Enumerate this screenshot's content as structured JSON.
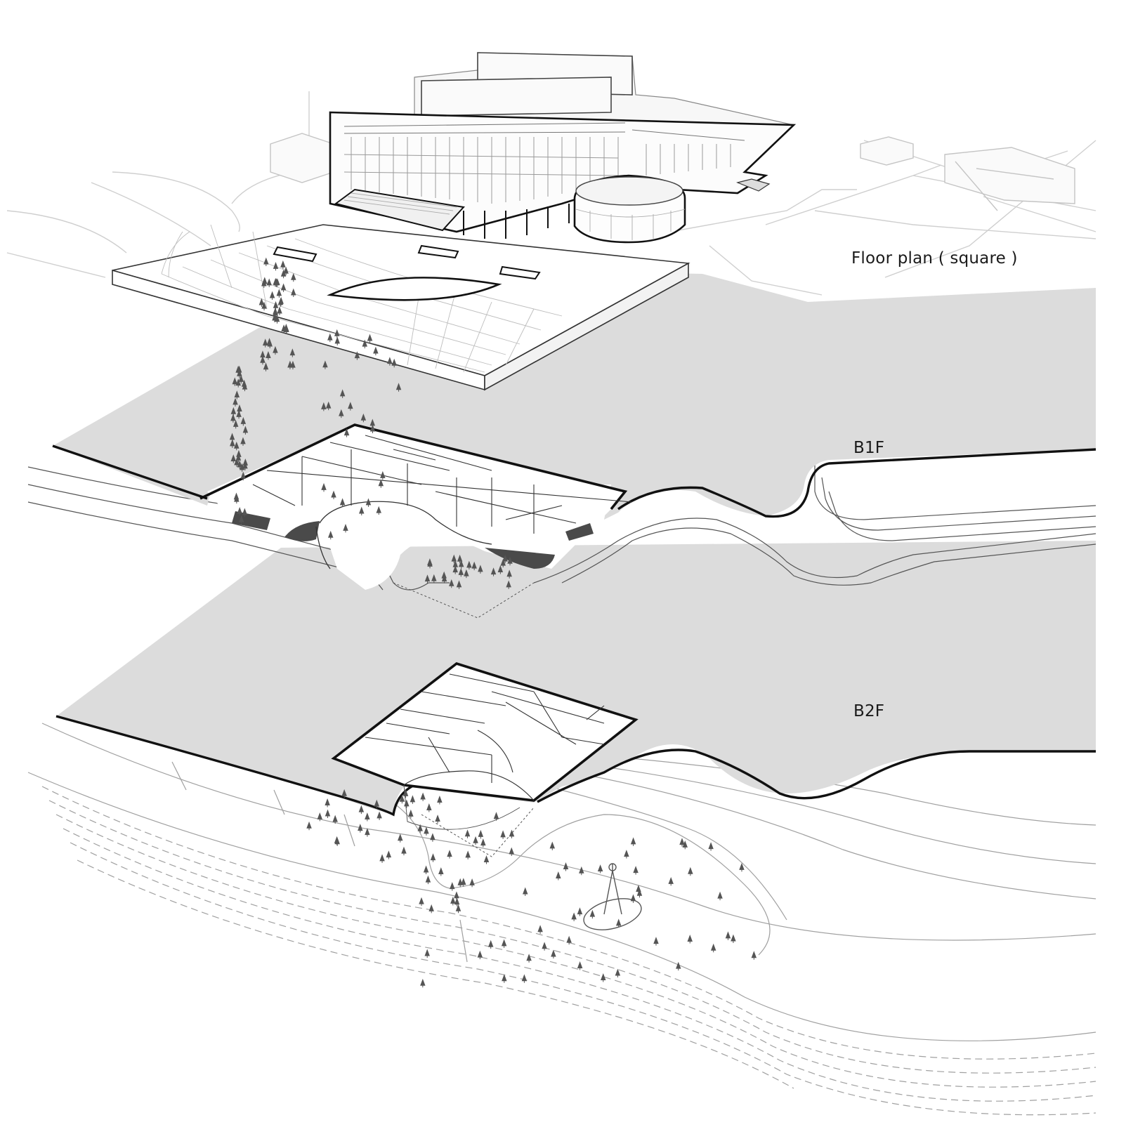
{
  "diagram": {
    "type": "exploded-axonometric-site-section",
    "layers": [
      {
        "id": "floor-plan",
        "label": "Floor plan ( square )"
      },
      {
        "id": "b1f",
        "label": "B1F"
      },
      {
        "id": "b2f",
        "label": "B2F"
      }
    ],
    "colors": {
      "ground_fill": "#dcdcdc",
      "outline": "#111111",
      "thin_line": "#8c8c8c",
      "faint_line": "#c8c8c8",
      "dark_fill": "#4a4a4a",
      "tree": "#555555"
    }
  }
}
